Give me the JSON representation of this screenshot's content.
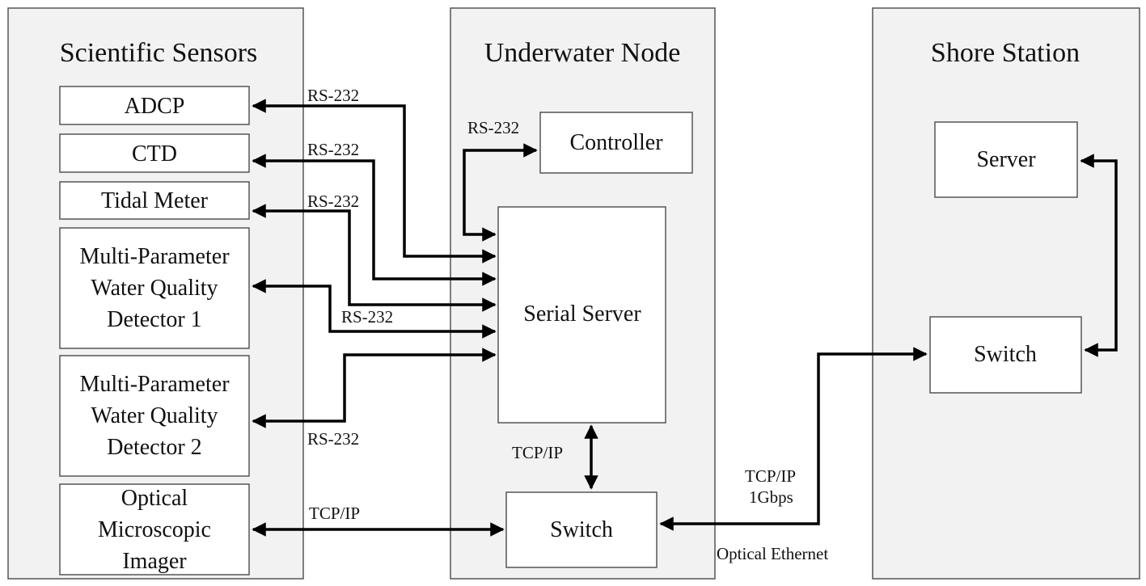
{
  "panels": {
    "sensors": "Scientific Sensors",
    "node": "Underwater Node",
    "shore": "Shore Station"
  },
  "sensors": {
    "adcp": "ADCP",
    "ctd": "CTD",
    "tidal": "Tidal Meter",
    "mpwq1": [
      "Multi-Parameter",
      "Water Quality",
      "Detector 1"
    ],
    "mpwq2": [
      "Multi-Parameter",
      "Water Quality",
      "Detector 2"
    ],
    "omi": [
      "Optical",
      "Microscopic",
      "Imager"
    ]
  },
  "node": {
    "controller": "Controller",
    "serial_server": "Serial Server",
    "switch": "Switch"
  },
  "shore": {
    "server": "Server",
    "switch": "Switch"
  },
  "links": {
    "rs232_adcp": "RS-232",
    "rs232_ctd": "RS-232",
    "rs232_tidal": "RS-232",
    "rs232_mpwq1": "RS-232",
    "rs232_mpwq2": "RS-232",
    "rs232_controller": "RS-232",
    "tcpip_omi": "TCP/IP",
    "tcpip_node": "TCP/IP",
    "tcpip_fiber": [
      "TCP/IP",
      "1Gbps"
    ],
    "optical_ethernet": "Optical Ethernet"
  }
}
